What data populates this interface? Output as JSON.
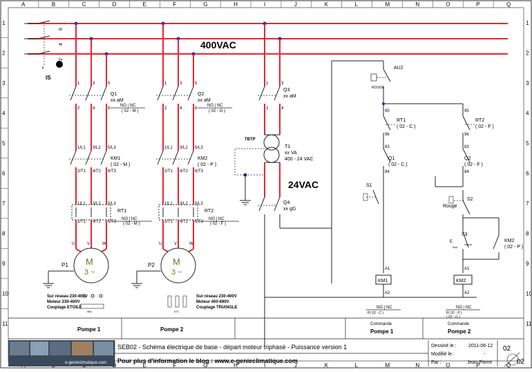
{
  "columns": [
    "A",
    "B",
    "C",
    "D",
    "E",
    "F",
    "G",
    "H",
    "I",
    "J",
    "K",
    "L",
    "M",
    "N",
    "O",
    "P",
    "Q"
  ],
  "rows": [
    "1",
    "2",
    "3",
    "4",
    "5",
    "6",
    "7",
    "8",
    "9",
    "10",
    "11"
  ],
  "supply": {
    "voltage": "400VAC",
    "switch": "IS",
    "phase_numbers": [
      "6",
      "4",
      "2"
    ]
  },
  "low_voltage": {
    "label": "24VAC",
    "transformer_tag": "TBTP"
  },
  "devices": {
    "q1": {
      "tag": "Q1",
      "rating": "xx aM",
      "contacts": "NO | NC",
      "ref": "( 02 - M )"
    },
    "q2": {
      "tag": "Q2",
      "rating": "xx aM",
      "contacts": "NO | NC",
      "ref": "( 02 - O )"
    },
    "q3": {
      "tag": "Q3",
      "rating": "xx aM"
    },
    "q4": {
      "tag": "Q4",
      "rating": "xx gG"
    },
    "t1": {
      "tag": "T1",
      "rating": "xx VA",
      "ratio": "400 - 24 VAC"
    },
    "km1": {
      "tag": "KM1",
      "ref": "( 02 - M )"
    },
    "km2": {
      "tag": "KM2",
      "ref": "( 02 - P )"
    },
    "rt1": {
      "tag": "RT1",
      "contacts": "NO | NC",
      "ref": "( 02 - M )"
    },
    "rt2": {
      "tag": "RT2",
      "contacts": "NO | NC",
      "ref": "( 02 - F )"
    },
    "p1": {
      "tag": "P1",
      "symbol": "M",
      "phases": "3 ~"
    },
    "p2": {
      "tag": "P2",
      "symbol": "M",
      "phases": "3 ~"
    }
  },
  "power_terminals": {
    "top": [
      "1",
      "3",
      "5"
    ],
    "mid": [
      "2",
      "4",
      "6"
    ],
    "km_top": [
      "1/L1",
      "3/L2",
      "5/L3"
    ],
    "km_bot": [
      "2/T1",
      "4/T2",
      "6/T3"
    ],
    "motor": [
      "U",
      "V",
      "W"
    ]
  },
  "notes": {
    "p1": [
      "Sur réseau 230-400V",
      "Moteur 230-400V",
      "Couplage ETOILE"
    ],
    "p2": [
      "Sur réseau 230-400V",
      "Moteur 400-690V",
      "Couplage TRIANGLE"
    ],
    "coupling1": "0B1",
    "coupling2": "0T1"
  },
  "control": {
    "au2": "AU2",
    "au2_color": "ROUGE",
    "rt1": {
      "tag": "RT1",
      "ref": "( 02 - C )",
      "t1": "95",
      "t2": "96"
    },
    "rt2": {
      "tag": "RT2",
      "ref": "( 02 - F )",
      "t1": "95",
      "t2": "96"
    },
    "q1": {
      "tag": "Q1",
      "ref": "( 02 - C )",
      "t1": "83",
      "t2": "84"
    },
    "q2": {
      "tag": "Q2",
      "ref": "( 02 - F )",
      "t1": "83",
      "t2": "84"
    },
    "s1": "S1",
    "s2": "S2",
    "s2_color": "Rouge",
    "s3": "S3",
    "s3_pos1": "E",
    "s3_pos2": "Noir",
    "s3_pos3": "Valeur",
    "km2_aux": {
      "tag": "KM2",
      "ref": "( 02 - P )"
    },
    "coil1": "KM1",
    "coil2": "KM2",
    "a1": "A1",
    "a2": "A2",
    "ref_c1": "NO | NC",
    "ref_c1b": "P( 02 - C )",
    "ref_c2": "NO | NC",
    "ref_c2b": "P( 02 - P )",
    "ref_c2c": "( 02 - G )"
  },
  "footer": {
    "pompe1": "Pompe 1",
    "pompe2": "Pompe 2",
    "cmd": "Commande",
    "cmd_p1": "Pompe 1",
    "cmd_p2": "Pompe 2",
    "title": "SEB02 - Schéma électrique de base - départ moteur triphasé - Puissance version 1",
    "blog": "Pour plus d'information le blog : www.e-genieclimatique.com",
    "logo_text": "e-genieclimatique.com",
    "drawn_label": "Dessiné le :",
    "drawn_value": "2011-06-12",
    "modified_label": "Modifié le :",
    "modified_value": "-",
    "by_label": "Par :",
    "by_value": "Jean-Pierre",
    "sheet": "02",
    "sheet_total": "02"
  }
}
